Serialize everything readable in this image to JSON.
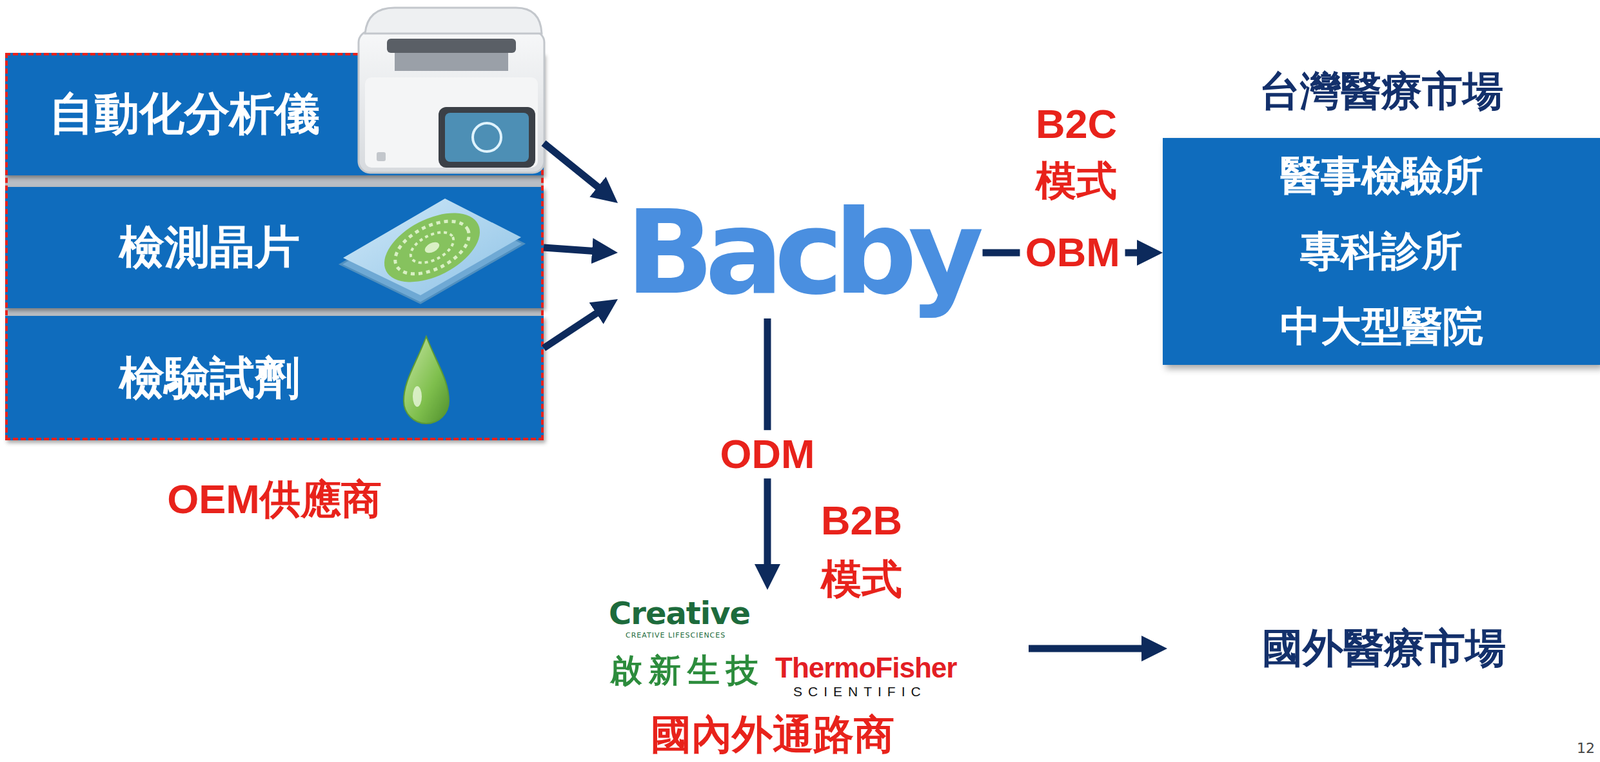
{
  "diagram": {
    "nodes": [
      {
        "text": [
          "OEM供應商"
        ]
      },
      {
        "text": [
          "自動化分析儀"
        ],
        "in": 0
      },
      {
        "text": [
          "檢測晶片"
        ],
        "in": 0
      },
      {
        "text": [
          "檢驗試劑"
        ],
        "in": 0
      },
      {
        "text": [
          "Bacby"
        ]
      },
      {
        "text": [
          "台灣醫療市場",
          "醫事檢驗所",
          "專科診所",
          "中大型醫院"
        ]
      },
      {
        "text": [
          "Creative",
          "CREATIVE LIFESCIENCES",
          "啟新生技",
          "ThermoFisher",
          "SCIENTIFIC",
          "國內外通路商"
        ]
      },
      {
        "text": [
          "國外醫療市場"
        ]
      }
    ],
    "edges": [
      {
        "from": 1,
        "to": 4,
        "arrow": "to"
      },
      {
        "from": 2,
        "to": 4,
        "arrow": "to"
      },
      {
        "from": 3,
        "to": 4,
        "arrow": "to"
      },
      {
        "from": 4,
        "to": 5,
        "label": "OBM",
        "arrow": "to"
      },
      {
        "from": 4,
        "to": 6,
        "label": "ODM",
        "arrow": "to"
      },
      {
        "from": 6,
        "to": 7,
        "arrow": "to"
      }
    ],
    "labels": [
      "B2C 模式",
      "B2B 模式",
      "12"
    ]
  }
}
